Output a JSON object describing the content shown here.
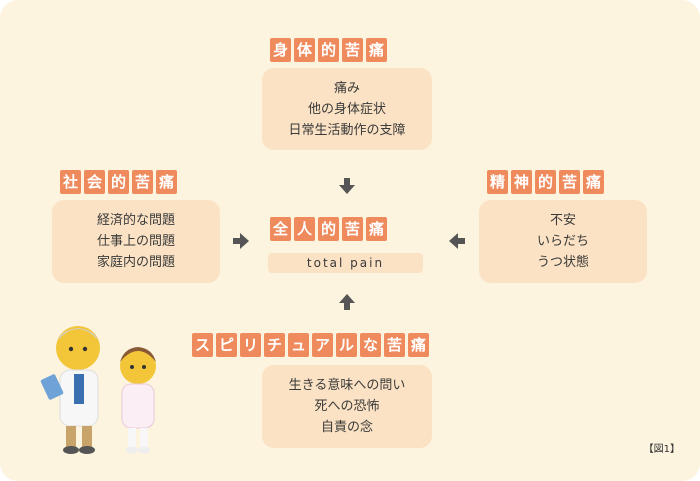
{
  "physical": {
    "title": [
      "身",
      "体",
      "的",
      "苦",
      "痛"
    ],
    "items": [
      "痛み",
      "他の身体症状",
      "日常生活動作の支障"
    ]
  },
  "social": {
    "title": [
      "社",
      "会",
      "的",
      "苦",
      "痛"
    ],
    "items": [
      "経済的な問題",
      "仕事上の問題",
      "家庭内の問題"
    ]
  },
  "mental": {
    "title": [
      "精",
      "神",
      "的",
      "苦",
      "痛"
    ],
    "items": [
      "不安",
      "いらだち",
      "うつ状態"
    ]
  },
  "total": {
    "title": [
      "全",
      "人",
      "的",
      "苦",
      "痛"
    ],
    "subtitle": "total pain"
  },
  "spiritual": {
    "title": [
      "ス",
      "ピ",
      "リ",
      "チ",
      "ュ",
      "ア",
      "ル",
      "な",
      "苦",
      "痛"
    ],
    "items": [
      "生きる意味への問い",
      "死への恐怖",
      "自責の念"
    ]
  },
  "figure_label": "【図1】",
  "colors": {
    "accent": "#ef8a5c",
    "box": "#fbe2c4",
    "background": "#fdf4df",
    "arrow": "#555555"
  }
}
